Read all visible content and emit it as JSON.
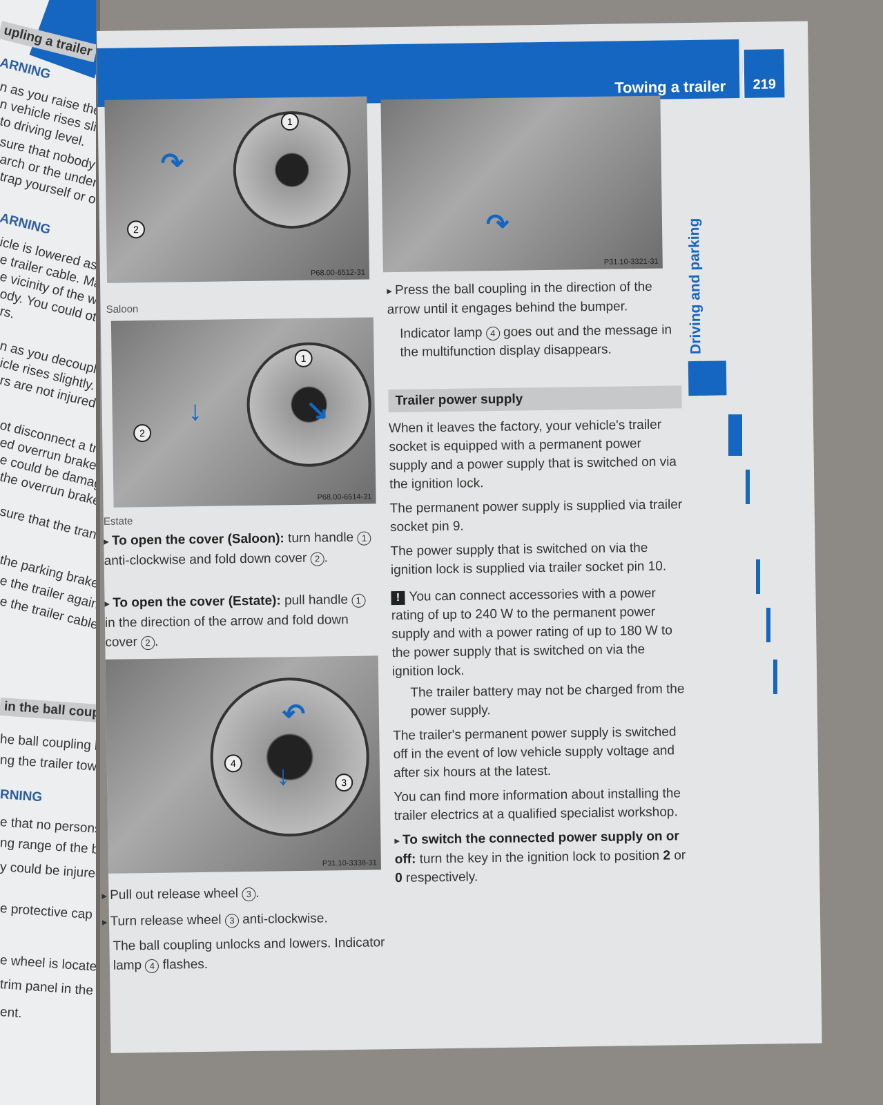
{
  "left_page": {
    "lines": [
      "upling a trailer",
      "ARNING",
      "n as you raise the trailer",
      "n vehicle rises slightly",
      "to driving level.",
      "sure that nobody is in the",
      "arch or the underbody",
      "trap yourself or others",
      "ARNING",
      "icle is lowered as soon",
      "e trailer cable. Make sure",
      "e vicinity of the wheel",
      "ody. You could otherwise",
      "rs.",
      "n as you decouple the",
      "icle rises slightly. Make",
      "rs are not injured in the",
      "ot disconnect a trailer",
      "ed overrun brake. Other",
      "e could be damaged by",
      "the overrun brake.",
      "sure that the transmission",
      "the parking brake.",
      "e the trailer against",
      "e the trailer cable and"
    ],
    "lower_lines": [
      "in the ball coupling",
      "he ball coupling back",
      "ng the trailer tow hitch",
      "RNING",
      "e that no persons or",
      "ng range of the ball",
      "y could be injured.",
      "e protective cap on the",
      "e wheel is located",
      "trim panel in the boot",
      "ent."
    ]
  },
  "header": {
    "title": "Towing a trailer",
    "page_number": "219"
  },
  "side_tab": "Driving and parking",
  "images": [
    {
      "code": "P68.00-6512-31",
      "callouts": [
        "1",
        "2"
      ]
    },
    {
      "code": "P68.00-6514-31",
      "callouts": [
        "1",
        "2"
      ]
    },
    {
      "code": "P31.10-3338-31",
      "callouts": [
        "4",
        "3"
      ]
    },
    {
      "code": "P31.10-3321-31",
      "callouts": []
    }
  ],
  "captions": {
    "saloon": "Saloon",
    "estate": "Estate"
  },
  "left_col": {
    "step1_bold": "To open the cover (Saloon):",
    "step1_a": " turn handle ",
    "step1_n1": "1",
    "step1_b": " anti-clockwise and fold down cover ",
    "step1_n2": "2",
    "step1_c": ".",
    "step2_bold": "To open the cover (Estate):",
    "step2_a": " pull handle ",
    "step2_n1": "1",
    "step2_b": " in the direction of the arrow and fold down cover ",
    "step2_n2": "2",
    "step2_c": ".",
    "step3_a": "Pull out release wheel ",
    "step3_n": "3",
    "step3_b": ".",
    "step4_a": "Turn release wheel ",
    "step4_n": "3",
    "step4_b": " anti-clockwise.",
    "result_a": "The ball coupling unlocks and lowers. Indicator lamp ",
    "result_n": "4",
    "result_b": " flashes."
  },
  "right_col": {
    "step_press": "Press the ball coupling in the direction of the arrow until it engages behind the bumper.",
    "indicator_a": "Indicator lamp ",
    "indicator_n": "4",
    "indicator_b": " goes out and the message in the multifunction display disappears.",
    "section_title": "Trailer power supply",
    "p1": "When it leaves the factory, your vehicle's trailer socket is equipped with a permanent power supply and a power supply that is switched on via the ignition lock.",
    "p2": "The permanent power supply is supplied via trailer socket pin 9.",
    "p3": "The power supply that is switched on via the ignition lock is supplied via trailer socket pin 10.",
    "note_icon": "!",
    "note1": "You can connect accessories with a power rating of up to 240 W to the permanent power supply and with a power rating of up to 180 W to the power supply that is switched on via the ignition lock.",
    "note2": "The trailer battery may not be charged from the power supply.",
    "p4": "The trailer's permanent power supply is switched off in the event of low vehicle supply voltage and after six hours at the latest.",
    "p5": "You can find more information about installing the trailer electrics at a qualified specialist workshop.",
    "step_switch_bold": "To switch the connected power supply on or off:",
    "step_switch_a": " turn the key in the ignition lock to position ",
    "pos2": "2",
    "or": " or ",
    "pos0": "0",
    "step_switch_b": " respectively."
  }
}
